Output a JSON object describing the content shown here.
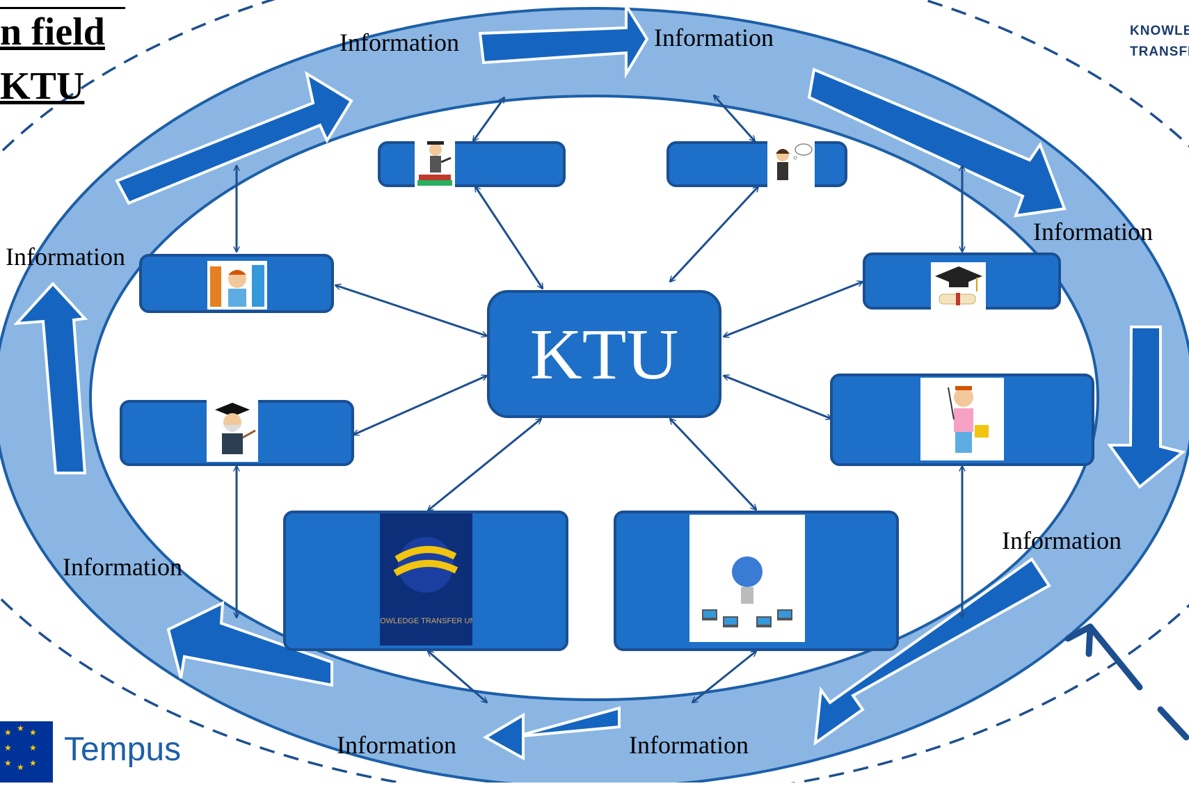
{
  "title": {
    "line1": "n field",
    "line2": "KTU"
  },
  "center": {
    "label": "KTU"
  },
  "brand": {
    "line1": "KNOWLE",
    "line2": "TRANSFEI"
  },
  "logo": {
    "text": "Tempus"
  },
  "information_labels": [
    "Information",
    "Information",
    "Information",
    "Information",
    "Information",
    "Information",
    "Information",
    "Information"
  ],
  "nodes": [
    {
      "id": "student-books",
      "icon": "graduate-with-books-icon"
    },
    {
      "id": "thinking-student",
      "icon": "thinking-student-icon"
    },
    {
      "id": "studying-pupil",
      "icon": "student-with-books-icon"
    },
    {
      "id": "graduation",
      "icon": "graduation-cap-icon"
    },
    {
      "id": "professor",
      "icon": "professor-icon"
    },
    {
      "id": "teacher",
      "icon": "teacher-with-pointer-icon"
    },
    {
      "id": "ktu-unit",
      "icon": "knowledge-transfer-unit-logo",
      "logo_text": "KNOWLEDGE TRANSFER UNIT"
    },
    {
      "id": "network",
      "icon": "computer-network-icon"
    }
  ],
  "colors": {
    "ring": "#8bb6e3",
    "ring_border": "#1d5fa8",
    "node": "#1e6fc8",
    "node_border": "#1a4f93",
    "arrow": "#1565c0",
    "connector": "#1d4f8f",
    "dashed": "#1d4f8f"
  }
}
